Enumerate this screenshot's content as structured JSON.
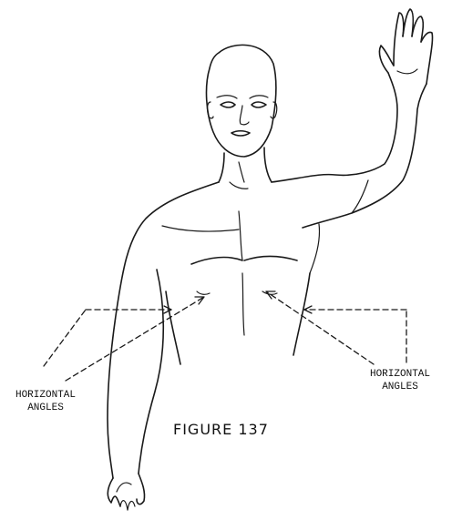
{
  "figure": {
    "caption": "FIGURE 137",
    "left_label": {
      "line1": "HORIZONTAL",
      "line2": "ANGLES"
    },
    "right_label": {
      "line1": "HORIZONTAL",
      "line2": "ANGLES"
    }
  }
}
